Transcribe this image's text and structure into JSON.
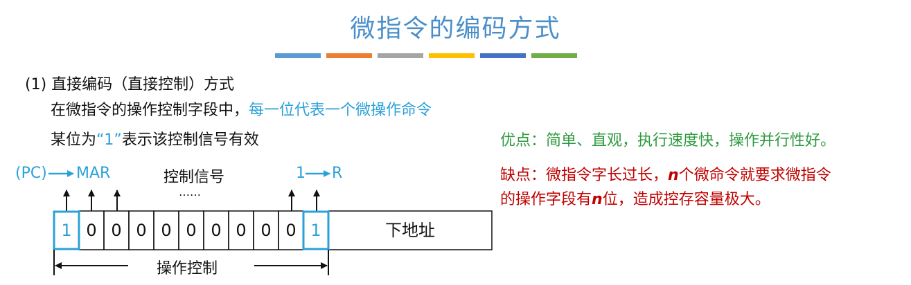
{
  "title": "微指令的编码方式",
  "title_bar_colors": [
    "#5b9bd5",
    "#ed7d31",
    "#a5a5a5",
    "#ffc000",
    "#4472c4",
    "#70ad47"
  ],
  "section": {
    "heading": "(1) 直接编码（直接控制）方式",
    "line1_prefix": "在微指令的操作控制字段中，",
    "line1_highlight": "每一位代表一个微操作命令",
    "line2_prefix": "某位为",
    "line2_highlight": "“1”",
    "line2_suffix": "表示该控制信号有效"
  },
  "advantages": "优点：简单、直观，执行速度快，操作并行性好。",
  "disadvantages": {
    "part1": "缺点：微指令字长过长，",
    "n1": "n",
    "part2": "个微命令就要求微指令",
    "part3": "的操作字段有",
    "n2": "n",
    "part4": "位，造成控存容量极大。"
  },
  "diagram": {
    "left_signal": "(PC)",
    "left_target": "MAR",
    "right_signal": "1",
    "right_target": "R",
    "center_label": "控制信号",
    "dots": "……",
    "bits": [
      "1",
      "0",
      "0",
      "0",
      "0",
      "0",
      "0",
      "0",
      "0",
      "0",
      "1"
    ],
    "highlighted_bits": [
      0,
      10
    ],
    "address_label": "下地址",
    "span_label": "操作控制",
    "highlight_color": "#2aa1d8"
  }
}
